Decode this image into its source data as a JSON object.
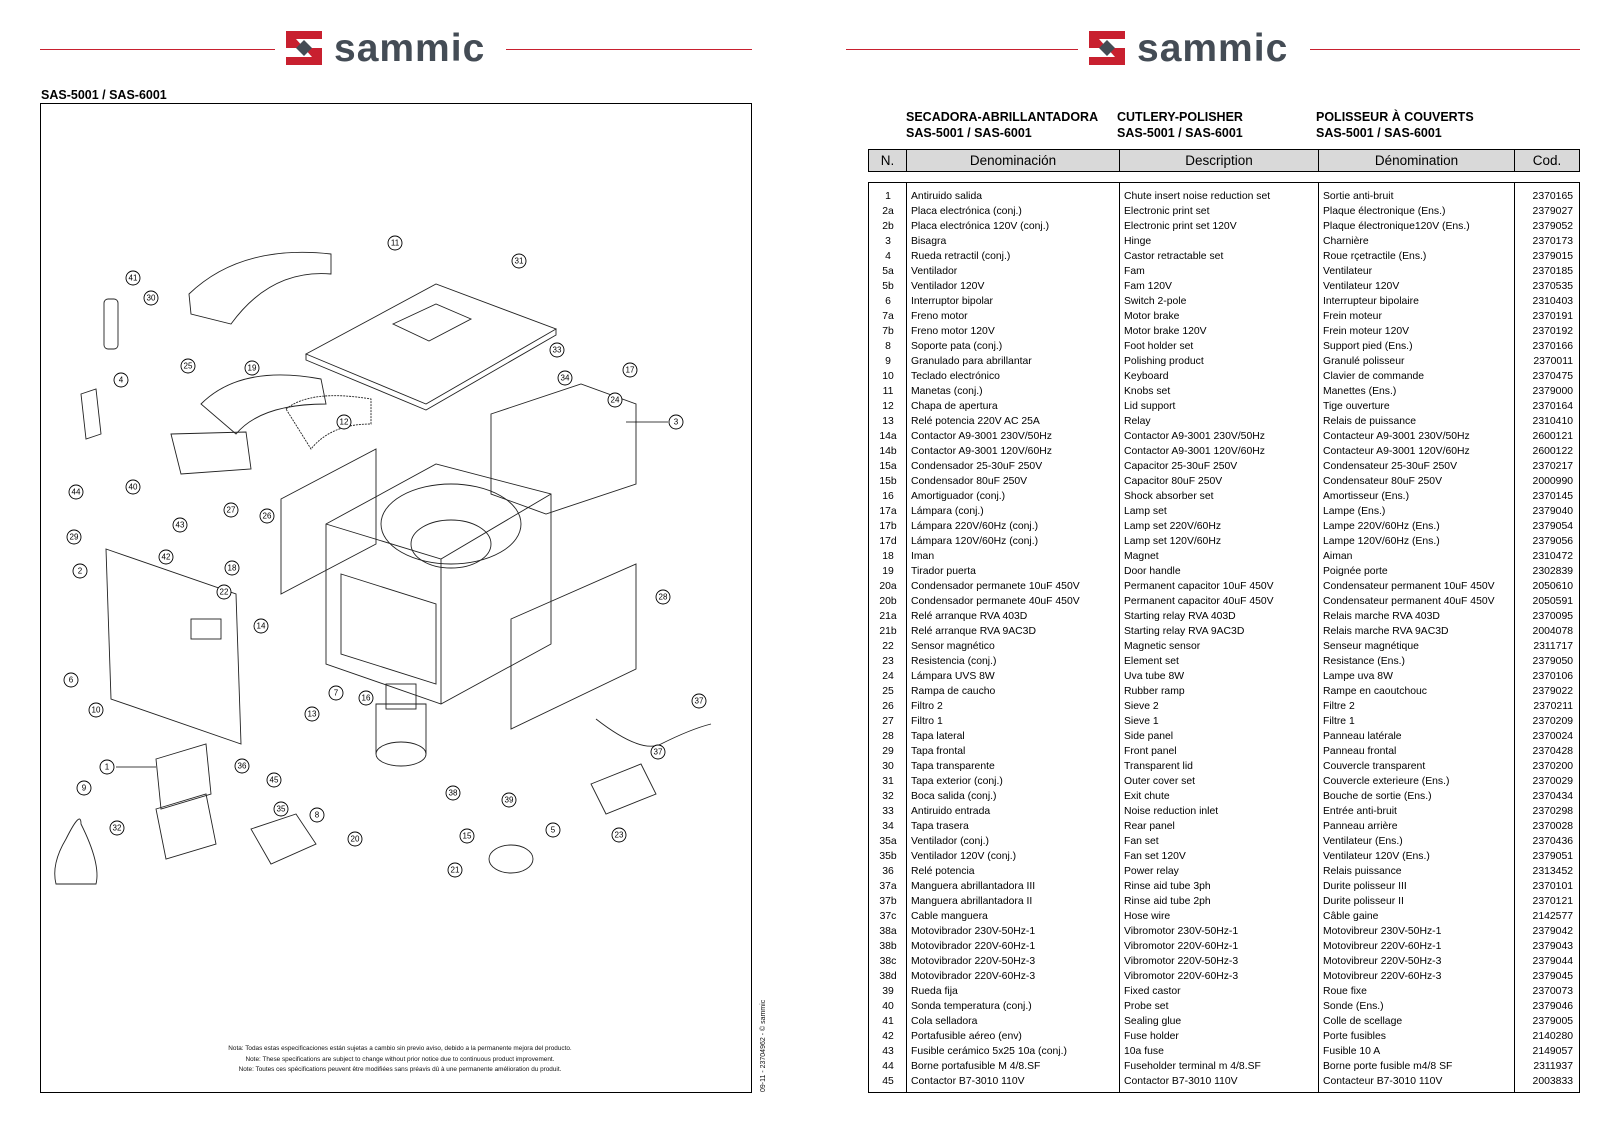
{
  "brand": {
    "name": "sammic",
    "color_red": "#c8202f",
    "color_grey": "#444c55"
  },
  "left_page": {
    "model": "SAS-5001  / SAS-6001",
    "notes": [
      "Nota: Todas estas especificaciones están sujetas a cambio sin previo aviso, debido a la permanente mejora del producto.",
      "Note: These specifications are subject to change without prior notice due to continuous product improvement.",
      "Note: Toutes ces spécifications peuvent être modifiées sans préavis dû à une permanente amélioration du produit."
    ],
    "doc_code": "09-11 - 23704962 - © sammic",
    "callouts": [
      "1",
      "2",
      "3",
      "4",
      "5",
      "6",
      "7",
      "8",
      "9",
      "10",
      "11",
      "12",
      "13",
      "14",
      "15",
      "16",
      "17",
      "18",
      "19",
      "20",
      "21",
      "22",
      "23",
      "24",
      "25",
      "26",
      "27",
      "28",
      "29",
      "30",
      "31",
      "32",
      "33",
      "34",
      "35",
      "36",
      "37",
      "38",
      "39",
      "40",
      "41",
      "42",
      "43",
      "44",
      "45"
    ]
  },
  "right_page": {
    "headers": [
      {
        "title": "SECADORA-ABRILLANTADORA",
        "model": "SAS-5001 / SAS-6001"
      },
      {
        "title": "CUTLERY-POLISHER",
        "model": "SAS-5001 / SAS-6001"
      },
      {
        "title": "POLISSEUR À COUVERTS",
        "model": "SAS-5001 / SAS-6001"
      }
    ],
    "columns": [
      "N.",
      "Denominación",
      "Description",
      "Dénomination",
      "Cod."
    ],
    "rows": [
      [
        "1",
        "Antiruido salida",
        "Chute insert noise reduction set",
        "Sortie anti-bruit",
        "2370165"
      ],
      [
        "2a",
        "Placa electrónica (conj.)",
        "Electronic print set",
        "Plaque électronique (Ens.)",
        "2379027"
      ],
      [
        "2b",
        "Placa electrónica 120V (conj.)",
        "Electronic print set 120V",
        "Plaque électronique120V (Ens.)",
        "2379052"
      ],
      [
        "3",
        "Bisagra",
        "Hinge",
        "Charnière",
        "2370173"
      ],
      [
        "4",
        "Rueda retractil (conj.)",
        "Castor retractable set",
        "Roue rçetractile (Ens.)",
        "2379015"
      ],
      [
        "5a",
        "Ventilador",
        "Fam",
        "Ventilateur",
        "2370185"
      ],
      [
        "5b",
        "Ventilador 120V",
        "Fam 120V",
        "Ventilateur 120V",
        "2370535"
      ],
      [
        "6",
        "Interruptor bipolar",
        "Switch 2-pole",
        "Interrupteur bipolaire",
        "2310403"
      ],
      [
        "7a",
        "Freno motor",
        "Motor brake",
        "Frein moteur",
        "2370191"
      ],
      [
        "7b",
        "Freno motor 120V",
        "Motor brake 120V",
        "Frein moteur 120V",
        "2370192"
      ],
      [
        "8",
        "Soporte pata (conj.)",
        "Foot holder set",
        "Support pied (Ens.)",
        "2370166"
      ],
      [
        "9",
        "Granulado para abrillantar",
        "Polishing product",
        "Granulé polisseur",
        "2370011"
      ],
      [
        "10",
        "Teclado electrónico",
        "Keyboard",
        "Clavier de commande",
        "2370475"
      ],
      [
        "11",
        "Manetas (conj.)",
        "Knobs set",
        "Manettes (Ens.)",
        "2379000"
      ],
      [
        "12",
        "Chapa de apertura",
        "Lid support",
        "Tige ouverture",
        "2370164"
      ],
      [
        "13",
        "Relé potencia 220V AC 25A",
        "Relay",
        "Relais de puissance",
        "2310410"
      ],
      [
        "14a",
        "Contactor A9-3001 230V/50Hz",
        "Contactor A9-3001 230V/50Hz",
        "Contacteur A9-3001 230V/50Hz",
        "2600121"
      ],
      [
        "14b",
        "Contactor A9-3001 120V/60Hz",
        "Contactor A9-3001 120V/60Hz",
        "Contacteur A9-3001 120V/60Hz",
        "2600122"
      ],
      [
        "15a",
        "Condensador 25-30uF 250V",
        "Capacitor 25-30uF 250V",
        "Condensateur 25-30uF 250V",
        "2370217"
      ],
      [
        "15b",
        "Condensador 80uF 250V",
        "Capacitor 80uF 250V",
        "Condensateur 80uF 250V",
        "2000990"
      ],
      [
        "16",
        "Amortiguador (conj.)",
        "Shock absorber set",
        "Amortisseur (Ens.)",
        "2370145"
      ],
      [
        "17a",
        "Lámpara (conj.)",
        "Lamp set",
        "Lampe (Ens.)",
        "2379040"
      ],
      [
        "17b",
        "Lámpara 220V/60Hz (conj.)",
        "Lamp set 220V/60Hz",
        "Lampe 220V/60Hz (Ens.)",
        "2379054"
      ],
      [
        "17d",
        "Lámpara 120V/60Hz (conj.)",
        "Lamp set 120V/60Hz",
        "Lampe 120V/60Hz (Ens.)",
        "2379056"
      ],
      [
        "18",
        "Iman",
        "Magnet",
        "Aiman",
        "2310472"
      ],
      [
        "19",
        "Tirador puerta",
        "Door handle",
        "Poignée porte",
        "2302839"
      ],
      [
        "20a",
        "Condensador permanete 10uF 450V",
        "Permanent capacitor 10uF 450V",
        "Condensateur permanent 10uF 450V",
        "2050610"
      ],
      [
        "20b",
        "Condensador permanete 40uF 450V",
        "Permanent capacitor 40uF 450V",
        "Condensateur permanent 40uF 450V",
        "2050591"
      ],
      [
        "21a",
        "Relé arranque RVA 403D",
        "Starting relay RVA 403D",
        "Relais marche RVA 403D",
        "2370095"
      ],
      [
        "21b",
        "Relé arranque RVA 9AC3D",
        "Starting relay RVA 9AC3D",
        "Relais marche RVA 9AC3D",
        "2004078"
      ],
      [
        "22",
        "Sensor magnético",
        "Magnetic sensor",
        "Senseur magnétique",
        "2311717"
      ],
      [
        "23",
        "Resistencia (conj.)",
        "Element set",
        "Resistance (Ens.)",
        "2379050"
      ],
      [
        "24",
        "Lámpara UVS 8W",
        "Uva tube 8W",
        "Lampe uva 8W",
        "2370106"
      ],
      [
        "25",
        "Rampa de caucho",
        "Rubber ramp",
        "Rampe en caoutchouc",
        "2379022"
      ],
      [
        "26",
        "Filtro 2",
        "Sieve 2",
        "Filtre 2",
        "2370211"
      ],
      [
        "27",
        "Filtro 1",
        "Sieve 1",
        "Filtre 1",
        "2370209"
      ],
      [
        "28",
        "Tapa lateral",
        "Side panel",
        "Panneau latérale",
        "2370024"
      ],
      [
        "29",
        "Tapa frontal",
        "Front panel",
        "Panneau frontal",
        "2370428"
      ],
      [
        "30",
        "Tapa transparente",
        "Transparent lid",
        "Couvercle transparent",
        "2370200"
      ],
      [
        "31",
        "Tapa exterior (conj.)",
        "Outer cover set",
        "Couvercle exterieure (Ens.)",
        "2370029"
      ],
      [
        "32",
        "Boca salida (conj.)",
        "Exit chute",
        "Bouche de sortie (Ens.)",
        "2370434"
      ],
      [
        "33",
        "Antiruido entrada",
        "Noise reduction inlet",
        "Entrée anti-bruit",
        "2370298"
      ],
      [
        "34",
        "Tapa trasera",
        "Rear panel",
        "Panneau arrière",
        "2370028"
      ],
      [
        "35a",
        "Ventilador (conj.)",
        "Fan set",
        "Ventilateur (Ens.)",
        "2370436"
      ],
      [
        "35b",
        "Ventilador 120V (conj.)",
        "Fan set 120V",
        "Ventilateur 120V (Ens.)",
        "2379051"
      ],
      [
        "36",
        "Relé potencia",
        "Power relay",
        "Relais puissance",
        "2313452"
      ],
      [
        "37a",
        "Manguera abrillantadora III",
        "Rinse aid tube 3ph",
        "Durite polisseur III",
        "2370101"
      ],
      [
        "37b",
        "Manguera abrillantadora II",
        "Rinse aid tube 2ph",
        "Durite polisseur II",
        "2370121"
      ],
      [
        "37c",
        "Cable manguera",
        "Hose wire",
        "Câble gaine",
        "2142577"
      ],
      [
        "38a",
        "Motovibrador 230V-50Hz-1",
        "Vibromotor 230V-50Hz-1",
        "Motovibreur 230V-50Hz-1",
        "2379042"
      ],
      [
        "38b",
        "Motovibrador 220V-60Hz-1",
        "Vibromotor 220V-60Hz-1",
        "Motovibreur 220V-60Hz-1",
        "2379043"
      ],
      [
        "38c",
        "Motovibrador 220V-50Hz-3",
        "Vibromotor  220V-50Hz-3",
        "Motovibreur  220V-50Hz-3",
        "2379044"
      ],
      [
        "38d",
        "Motovibrador 220V-60Hz-3",
        "Vibromotor 220V-60Hz-3",
        "Motovibreur 220V-60Hz-3",
        "2379045"
      ],
      [
        "39",
        "Rueda fija",
        "Fixed castor",
        "Roue fixe",
        "2370073"
      ],
      [
        "40",
        "Sonda temperatura (conj.)",
        "Probe set",
        "Sonde (Ens.)",
        "2379046"
      ],
      [
        "41",
        "Cola selladora",
        "Sealing glue",
        "Colle de scellage",
        "2379005"
      ],
      [
        "42",
        "Portafusible aéreo (env)",
        "Fuse holder",
        "Porte fusibles",
        "2140280"
      ],
      [
        "43",
        "Fusible cerámico 5x25 10a (conj.)",
        "10a fuse",
        "Fusible 10 A",
        "2149057"
      ],
      [
        "44",
        "Borne portafusible M 4/8.SF",
        "Fuseholder terminal m 4/8.SF",
        "Borne porte fusible m4/8 SF",
        "2311937"
      ],
      [
        "45",
        "Contactor B7-3010 110V",
        "Contactor B7-3010 110V",
        "Contacteur B7-3010 110V",
        "2003833"
      ]
    ]
  }
}
